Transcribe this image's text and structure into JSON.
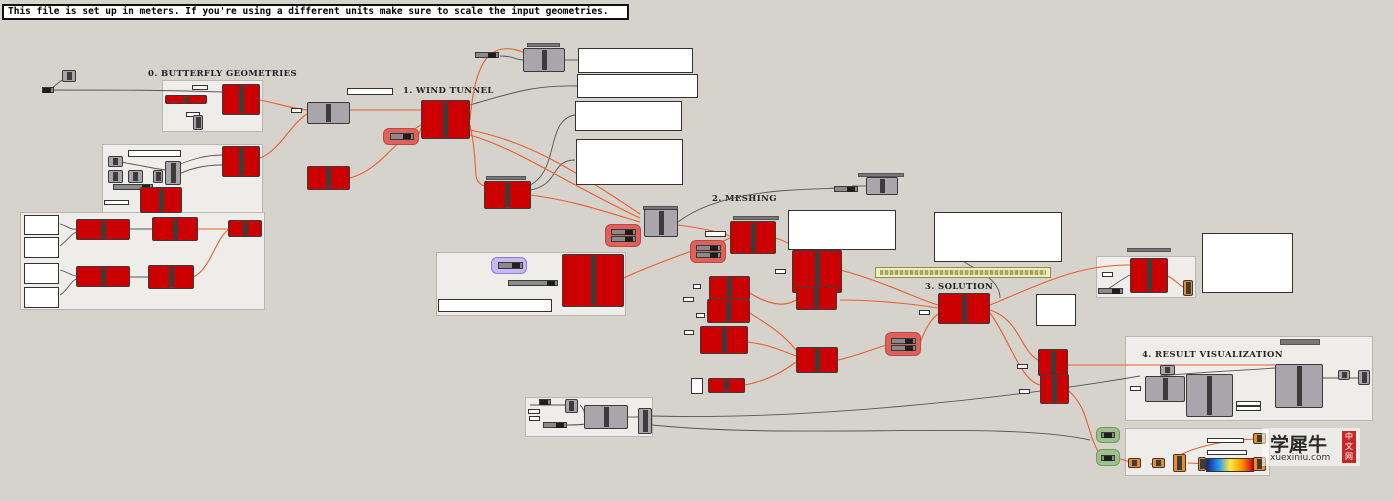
{
  "note": {
    "text": "This file is set up in meters. If you're using a different units make sure to scale the input geometries."
  },
  "groups": {
    "butterfly_geometries": "0. BUTTERFLY GEOMETRIES",
    "wind_tunnel": "1. WIND TUNNEL",
    "meshing": "2. MESHING",
    "solution": "3. SOLUTION",
    "result_visualization": "4. RESULT VISUALIZATION"
  },
  "watermark": {
    "main": "学犀牛",
    "sub": "xuexiniu.com",
    "seal": "中文网"
  },
  "colors": {
    "canvas": "#d6d2cc",
    "group": "#efedea",
    "component_red": "#cc0000",
    "component_grey": "#a8a6ab",
    "component_orange": "#f08a24",
    "wire_orange": "#e8602c",
    "wire_dark": "#555555"
  }
}
